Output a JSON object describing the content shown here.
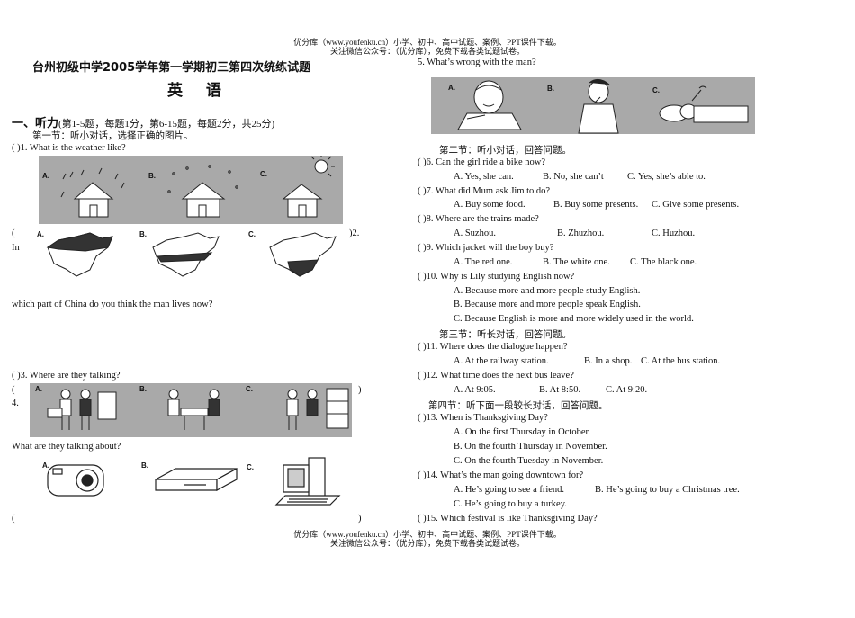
{
  "header": {
    "line1": "优分库（www.youfenku.cn）小学、初中、高中试题、案例、PPT课件下载。",
    "line2": "关注微信公众号：（优分库），免费下载各类试题试卷。"
  },
  "footer": {
    "line1": "优分库（www.youfenku.cn）小学、初中、高中试题、案例、PPT课件下载。",
    "line2": "关注微信公众号：（优分库），免费下载各类试题试卷。"
  },
  "left": {
    "title": "台州初级中学2005学年第一学期初三第四次统练试题",
    "subject": "英 语",
    "section1_head": "一、听力",
    "section1_note": "(第1-5题，每题1分，第6-15题，每题2分，共25分)",
    "part1": "第一节：听小对话，选择正确的图片。",
    "q1": "(   )1. What is the weather like?",
    "q2_open": "(",
    "q2_num": ")2.",
    "q2_in": "In",
    "q2_text": "which part of China do you think the man lives now?",
    "q3": "(   )3. Where are they talking?",
    "q4_open": "(",
    "q4_close": ")",
    "q4_num": "4.",
    "q4_text": "What are they talking about?",
    "q5_open": "(",
    "q5_close": ")",
    "labels": [
      "A.",
      "B.",
      "C."
    ]
  },
  "right": {
    "q5": "5. What’s wrong with the man?",
    "part2": "第二节：听小对话，回答问题。",
    "q6": "(   )6. Can the girl ride a bike now?",
    "q6_opts": [
      "A. Yes, she can.",
      "B. No, she can’t",
      "C. Yes, she’s able to."
    ],
    "q7": "(   )7. What did Mum ask Jim to do?",
    "q7_opts": [
      "A. Buy some food.",
      "B. Buy some presents.",
      "C. Give some presents."
    ],
    "q8": "(   )8. Where are the trains made?",
    "q8_opts": [
      "A. Suzhou.",
      "B. Zhuzhou.",
      "C. Huzhou."
    ],
    "q9": "(   )9. Which jacket will the boy buy?",
    "q9_opts": [
      "A. The red one.",
      "B. The white one.",
      "C. The black one."
    ],
    "q10": "(   )10. Why is Lily studying English now?",
    "q10_opts": [
      "A. Because more and more people study English.",
      "B. Because more and more people speak English.",
      "C. Because English is more and more widely used in the world."
    ],
    "part3": "第三节：听长对话，回答问题。",
    "q11": "(   )11. Where does the dialogue happen?",
    "q11_opts": [
      "A. At the railway station.",
      "B. In a shop.",
      "C. At the bus station."
    ],
    "q12": "(   )12. What time does the next bus leave?",
    "q12_opts": [
      "A. At 9:05.",
      "B. At 8:50.",
      "C. At 9:20."
    ],
    "part4": "第四节：听下面一段较长对话，回答问题。",
    "q13": "(   )13. When is Thanksgiving Day?",
    "q13_opts": [
      "A. On the first Thursday in October.",
      "B. On the fourth Thursday in November.",
      "C. On the fourth Tuesday in November."
    ],
    "q14": "(   )14. What’s the man going downtown for?",
    "q14_opts": [
      "A. He’s going to see a friend.",
      "B. He’s going to buy a Christmas tree.",
      "C. He’s going to buy a turkey."
    ],
    "q15": "(   )15. Which festival is like Thanksgiving Day?"
  }
}
